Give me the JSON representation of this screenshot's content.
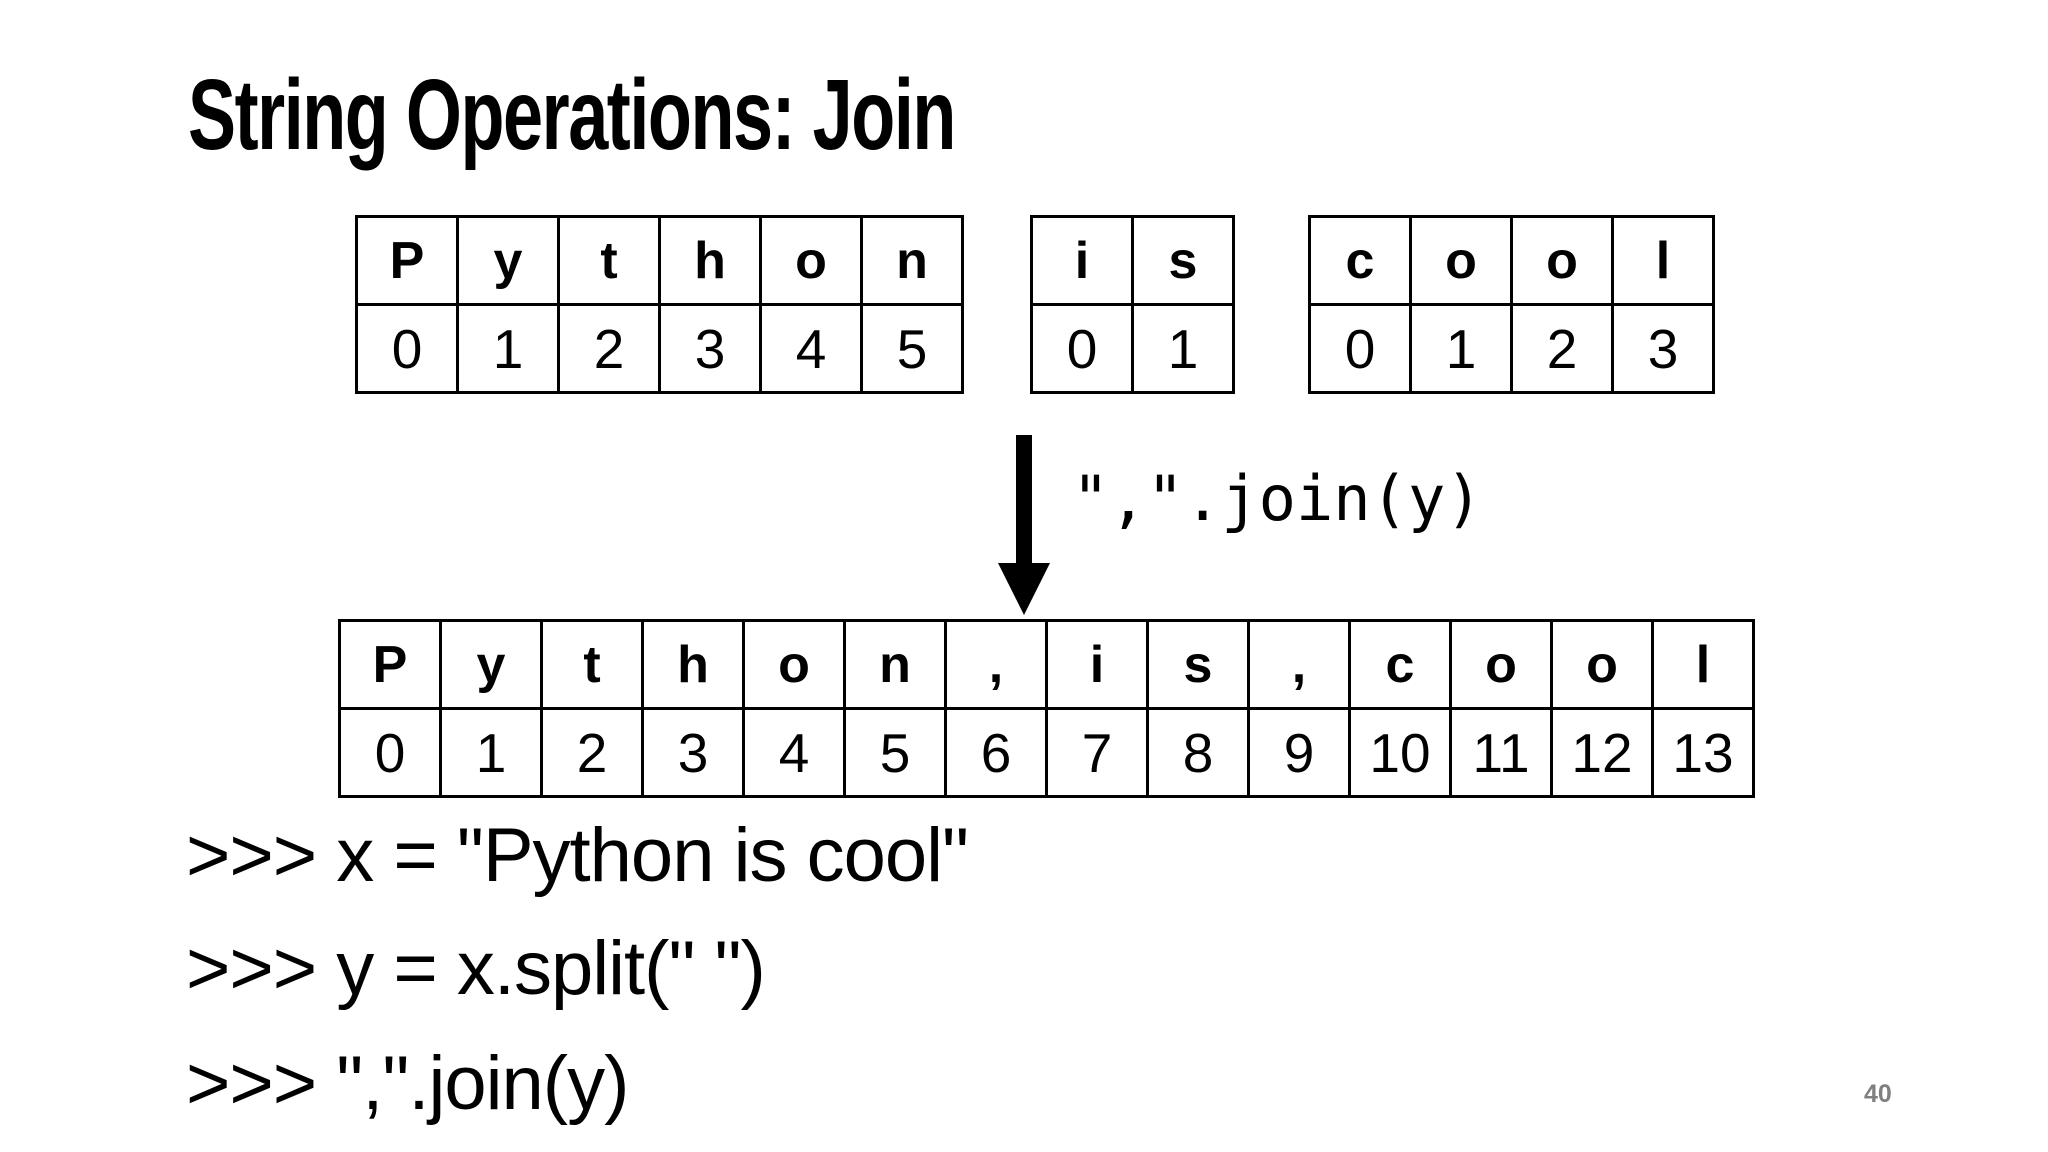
{
  "slide": {
    "title": "String Operations: Join",
    "page_number": "40",
    "colors": {
      "background": "#ffffff",
      "text": "#000000",
      "table_border": "#000000",
      "page_number": "#7f7f7f"
    },
    "arrow": {
      "icon": "down-arrow",
      "label": "\",\".join(y)"
    },
    "code_lines": [
      ">>> x = \"Python is cool\"",
      ">>> y = x.split(\" \")",
      ">>> \",\".join(y)"
    ],
    "tables": {
      "word_python": {
        "chars": [
          "P",
          "y",
          "t",
          "h",
          "o",
          "n"
        ],
        "indices": [
          "0",
          "1",
          "2",
          "3",
          "4",
          "5"
        ]
      },
      "word_is": {
        "chars": [
          "i",
          "s"
        ],
        "indices": [
          "0",
          "1"
        ]
      },
      "word_cool": {
        "chars": [
          "c",
          "o",
          "o",
          "l"
        ],
        "indices": [
          "0",
          "1",
          "2",
          "3"
        ]
      },
      "joined_string": {
        "chars": [
          "P",
          "y",
          "t",
          "h",
          "o",
          "n",
          ",",
          "i",
          "s",
          ",",
          "c",
          "o",
          "o",
          "l"
        ],
        "indices": [
          "0",
          "1",
          "2",
          "3",
          "4",
          "5",
          "6",
          "7",
          "8",
          "9",
          "10",
          "11",
          "12",
          "13"
        ]
      }
    }
  }
}
